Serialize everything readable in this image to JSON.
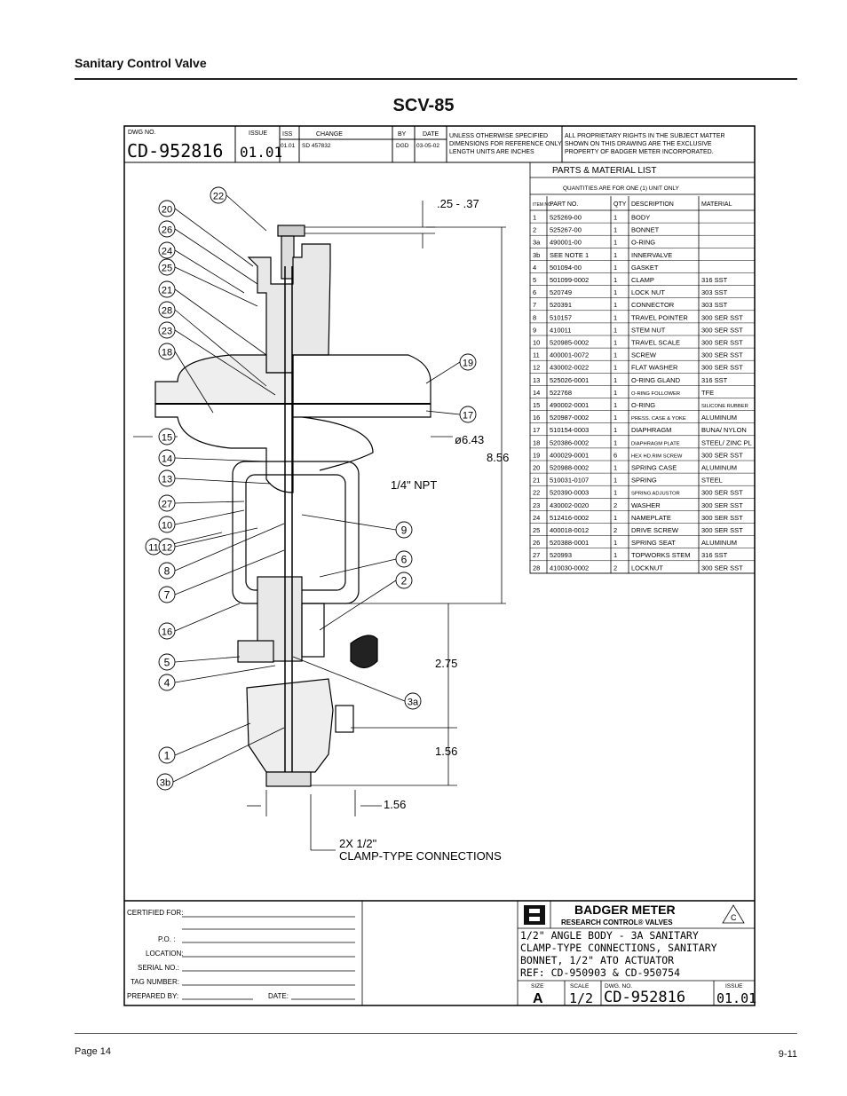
{
  "page": {
    "section_title": "Sanitary Control Valve",
    "heading": "SCV-85",
    "page_number": "Page 14",
    "doc_date": "9-11"
  },
  "title_block": {
    "dwg_no_label": "DWG NO.",
    "dwg_no": "CD-952816",
    "issue_label": "ISSUE",
    "issue": "01.01",
    "iss_label": "ISS",
    "change_label": "CHANGE",
    "by_label": "BY",
    "date_label": "DATE",
    "row_iss": "01.01",
    "row_change": "SD 457832",
    "row_by": "DGD",
    "row_date": "03-05-02",
    "note_1": "UNLESS OTHERWISE SPECIFIED",
    "note_2": "DIMENSIONS FOR REFERENCE ONLY",
    "note_3": "LENGTH UNITS ARE INCHES",
    "prop_1": "ALL PROPRIETARY RIGHTS IN THE SUBJECT MATTER",
    "prop_2": "SHOWN ON THIS DRAWING ARE THE EXCLUSIVE",
    "prop_3": "PROPERTY OF BADGER METER INCORPORATED."
  },
  "parts_list": {
    "title": "PARTS & MATERIAL LIST",
    "subtitle": "QUANTITIES ARE FOR ONE (1) UNIT ONLY",
    "headers": [
      "ITEM NO.",
      "PART NO.",
      "QTY",
      "DESCRIPTION",
      "MATERIAL"
    ],
    "rows": [
      [
        "1",
        "525269-00",
        "1",
        "BODY",
        ""
      ],
      [
        "2",
        "525267-00",
        "1",
        "BONNET",
        ""
      ],
      [
        "3a",
        "490001-00",
        "1",
        "O-RING",
        ""
      ],
      [
        "3b",
        "SEE NOTE 1",
        "1",
        "INNERVALVE",
        ""
      ],
      [
        "4",
        "501094-00",
        "1",
        "GASKET",
        ""
      ],
      [
        "5",
        "501099-0002",
        "1",
        "CLAMP",
        "316 SST"
      ],
      [
        "6",
        "520749",
        "1",
        "LOCK NUT",
        "303 SST"
      ],
      [
        "7",
        "520391",
        "1",
        "CONNECTOR",
        "303 SST"
      ],
      [
        "8",
        "510157",
        "1",
        "TRAVEL POINTER",
        "300 SER SST"
      ],
      [
        "9",
        "410011",
        "1",
        "STEM NUT",
        "300 SER SST"
      ],
      [
        "10",
        "520985-0002",
        "1",
        "TRAVEL SCALE",
        "300 SER SST"
      ],
      [
        "11",
        "400001-0072",
        "1",
        "SCREW",
        "300 SER SST"
      ],
      [
        "12",
        "430002-0022",
        "1",
        "FLAT WASHER",
        "300 SER SST"
      ],
      [
        "13",
        "525026-0001",
        "1",
        "O-RING GLAND",
        "316 SST"
      ],
      [
        "14",
        "522768",
        "1",
        "O-RING FOLLOWER",
        "TFE"
      ],
      [
        "15",
        "490002-0001",
        "1",
        "O-RING",
        "SILICONE RUBBER"
      ],
      [
        "16",
        "520987-0002",
        "1",
        "PRESS. CASE & YOKE",
        "ALUMINUM"
      ],
      [
        "17",
        "510154-0003",
        "1",
        "DIAPHRAGM",
        "BUNA/ NYLON"
      ],
      [
        "18",
        "520386-0002",
        "1",
        "DIAPHRAGM PLATE",
        "STEEL/ ZINC PL"
      ],
      [
        "19",
        "400029-0001",
        "6",
        "HEX HD.RIM SCREW",
        "300 SER SST"
      ],
      [
        "20",
        "520988-0002",
        "1",
        "SPRING CASE",
        "ALUMINUM"
      ],
      [
        "21",
        "510031-0107",
        "1",
        "SPRING",
        "STEEL"
      ],
      [
        "22",
        "520390-0003",
        "1",
        "SPRING ADJUSTOR",
        "300 SER SST"
      ],
      [
        "23",
        "430002-0020",
        "2",
        "WASHER",
        "300 SER SST"
      ],
      [
        "24",
        "512416-0002",
        "1",
        "NAMEPLATE",
        "300 SER SST"
      ],
      [
        "25",
        "400018-0012",
        "2",
        "DRIVE SCREW",
        "300 SER SST"
      ],
      [
        "26",
        "520388-0001",
        "1",
        "SPRING SEAT",
        "ALUMINUM"
      ],
      [
        "27",
        "520993",
        "1",
        "TOPWORKS STEM",
        "316 SST"
      ],
      [
        "28",
        "410030-0002",
        "2",
        "LOCKNUT",
        "300 SER SST"
      ]
    ]
  },
  "drawing": {
    "dim_top": ".25 - .37",
    "dim_dia": "ø6.43",
    "dim_height": "8.56",
    "dim_mid": "2.75",
    "dim_low": "1.56",
    "dim_bottom": "1.56",
    "npt_label": "1/4\" NPT",
    "conn_1": "2X 1/2\"",
    "conn_2": "CLAMP-TYPE CONNECTIONS",
    "balloons": [
      "22",
      "20",
      "26",
      "24",
      "25",
      "21",
      "28",
      "23",
      "18",
      "15",
      "14",
      "13",
      "27",
      "10",
      "11",
      "12",
      "8",
      "7",
      "16",
      "5",
      "4",
      "1",
      "3b",
      "19",
      "17",
      "9",
      "6",
      "2",
      "3a"
    ]
  },
  "cert_block": {
    "certified_for": "CERTIFIED FOR:",
    "po": "P.O. :",
    "location": "LOCATION:",
    "serial_no": "SERIAL NO.:",
    "tag_number": "TAG NUMBER:",
    "prepared_by": "PREPARED BY:",
    "date": "DATE:"
  },
  "company_block": {
    "company": "BADGER METER",
    "division": "RESEARCH CONTROL® VALVES",
    "rev": "C",
    "desc_1": "1/2\" ANGLE BODY - 3A SANITARY",
    "desc_2": "CLAMP-TYPE CONNECTIONS, SANITARY",
    "desc_3": "BONNET, 1/2\" ATO ACTUATOR",
    "desc_4": "REF: CD-950903 & CD-950754",
    "size_label": "SIZE",
    "size": "A",
    "scale_label": "SCALE",
    "scale": "1/2",
    "dwg_label": "DWG. NO.",
    "dwg_no": "CD-952816",
    "issue_label": "ISSUE",
    "issue": "01.01"
  }
}
